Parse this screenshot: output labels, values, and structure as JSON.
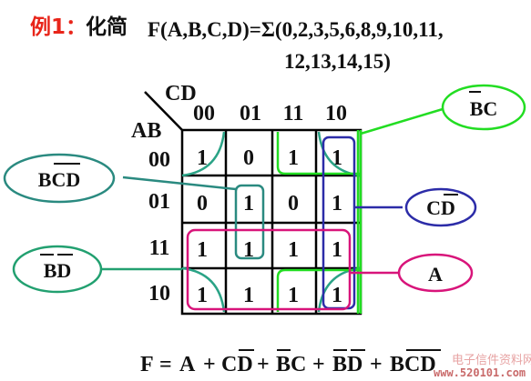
{
  "title": {
    "example_label": "例1：",
    "simplify_label": "化简",
    "function_line1": "F(A,B,C,D)=Σ(0,2,3,5,6,8,9,10,11,",
    "function_line2": "12,13,14,15)"
  },
  "kmap": {
    "cd_label": "CD",
    "ab_label": "AB",
    "col_headers": [
      "00",
      "01",
      "11",
      "10"
    ],
    "row_headers": [
      "00",
      "01",
      "11",
      "10"
    ],
    "cells": [
      [
        "1",
        "0",
        "1",
        "1"
      ],
      [
        "0",
        "1",
        "0",
        "1"
      ],
      [
        "1",
        "1",
        "1",
        "1"
      ],
      [
        "1",
        "1",
        "1",
        "1"
      ]
    ]
  },
  "groups": {
    "bc": {
      "text": "BC",
      "overbar": "B",
      "color": "#22dd22"
    },
    "bcd": {
      "text": "BCD",
      "overbar": "CD",
      "color": "#2a8a80"
    },
    "cd": {
      "text": "CD",
      "overbar": "D",
      "color": "#2c2ca8"
    },
    "bd": {
      "text": "BD",
      "overbar": "BD",
      "color": "#22a070"
    },
    "a": {
      "text": "A",
      "color": "#d8147a"
    }
  },
  "result": {
    "f": "F",
    "eq": "=",
    "plus": "+",
    "t1": "A",
    "t2": "CD",
    "t3": "BC",
    "t4": "BD",
    "t5": "BCD"
  },
  "watermark": {
    "line1": "电子信件资料网",
    "line2": "www.520101.com"
  }
}
